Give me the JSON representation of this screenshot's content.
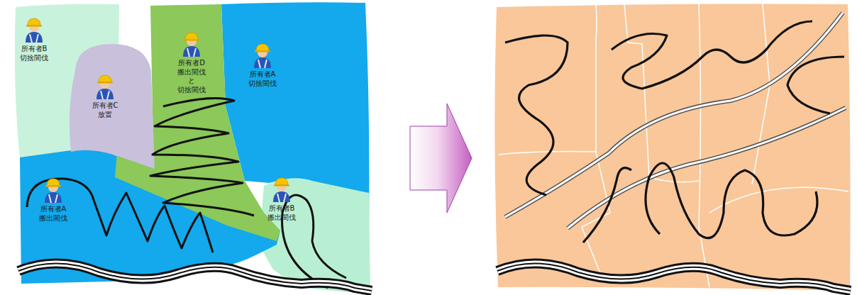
{
  "diagram": {
    "nodes": [
      {
        "text": [
          "所有者B 切捨間伐"
        ]
      },
      {
        "text": [
          "所有者C 放置"
        ]
      },
      {
        "text": [
          "所有者D 搬出間伐 と 切捨間伐"
        ]
      },
      {
        "text": [
          "所有者A 切捨間伐"
        ]
      },
      {
        "text": [
          "所有者A 搬出間伐"
        ]
      },
      {
        "text": [
          "所有者B 搬出間伐"
        ]
      }
    ]
  }
}
